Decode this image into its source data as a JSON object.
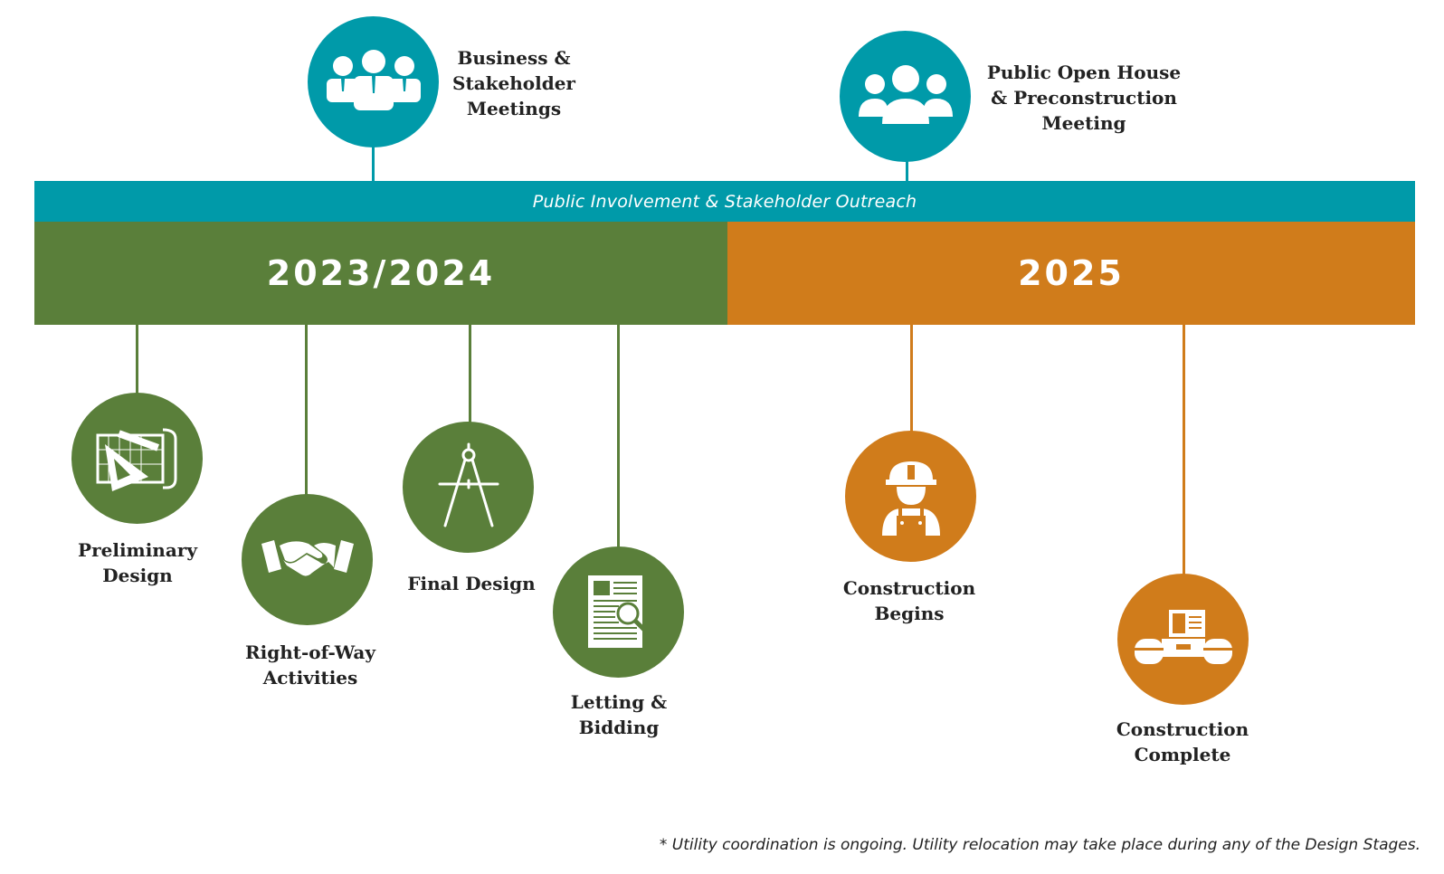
{
  "outreach": {
    "label": "Public Involvement & Stakeholder Outreach",
    "color": "#009aa9"
  },
  "phases": [
    {
      "label": "2023/2024",
      "color": "#5a7f3a"
    },
    {
      "label": "2025",
      "color": "#d07c1b"
    }
  ],
  "top_milestones": [
    {
      "lines": [
        "Business &",
        "Stakeholder",
        "Meetings"
      ],
      "icon": "business-people-icon"
    },
    {
      "lines": [
        "Public Open House",
        "& Preconstruction",
        "Meeting"
      ],
      "icon": "group-people-icon"
    }
  ],
  "bottom_milestones": [
    {
      "lines": [
        "Preliminary",
        "Design"
      ],
      "icon": "blueprint-icon"
    },
    {
      "lines": [
        "Right-of-Way",
        "Activities"
      ],
      "icon": "handshake-icon"
    },
    {
      "lines": [
        "Final Design"
      ],
      "icon": "compass-icon"
    },
    {
      "lines": [
        "Letting &",
        "Bidding"
      ],
      "icon": "document-search-icon"
    },
    {
      "lines": [
        "Construction",
        "Begins"
      ],
      "icon": "construction-worker-icon"
    },
    {
      "lines": [
        "Construction",
        "Complete"
      ],
      "icon": "road-roller-icon"
    }
  ],
  "footnote": "* Utility coordination is ongoing. Utility relocation may take place during any of the Design Stages."
}
